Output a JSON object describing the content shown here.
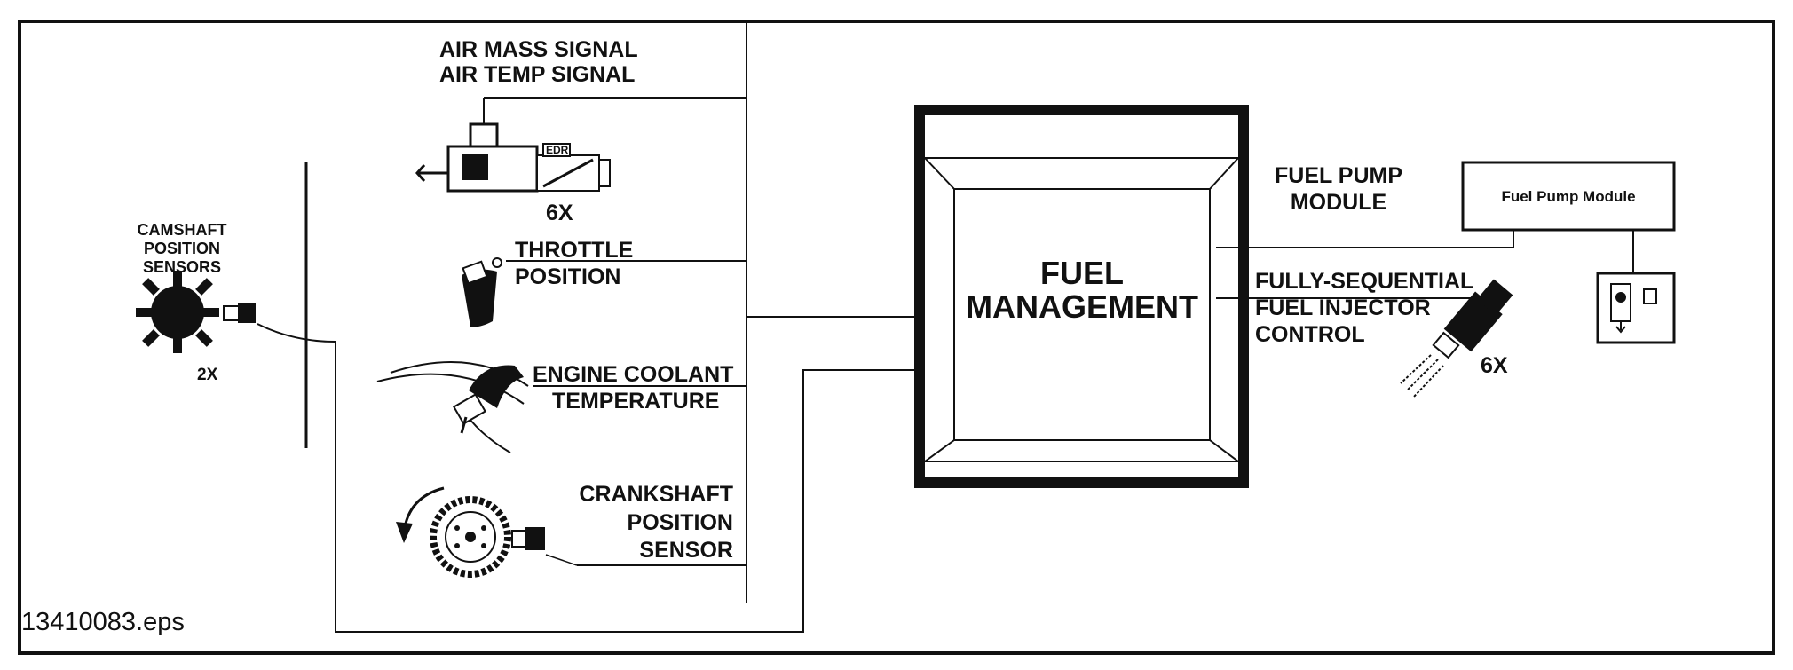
{
  "labels": {
    "air_line1": "AIR MASS SIGNAL",
    "air_line2": "AIR TEMP SIGNAL",
    "edr": "EDR",
    "maf_mult": "6X",
    "cam_line1": "CAMSHAFT",
    "cam_line2": "POSITION",
    "cam_line3": "SENSORS",
    "cam_mult": "2X",
    "throttle_line1": "THROTTLE",
    "throttle_line2": "POSITION",
    "ect_line1": "ENGINE COOLANT",
    "ect_line2": "TEMPERATURE",
    "crank_line1": "CRANKSHAFT",
    "crank_line2": "POSITION",
    "crank_line3": "SENSOR",
    "fm_line1": "FUEL",
    "fm_line2": "MANAGEMENT",
    "pump_line1": "FUEL PUMP",
    "pump_line2": "MODULE",
    "pump_box": "Fuel Pump Module",
    "inj_line1": "FULLY-SEQUENTIAL",
    "inj_line2": "FUEL INJECTOR",
    "inj_line3": "CONTROL",
    "inj_mult": "6X",
    "filename": "13410083.eps"
  },
  "colors": {
    "ink": "#111111",
    "background": "#ffffff"
  }
}
